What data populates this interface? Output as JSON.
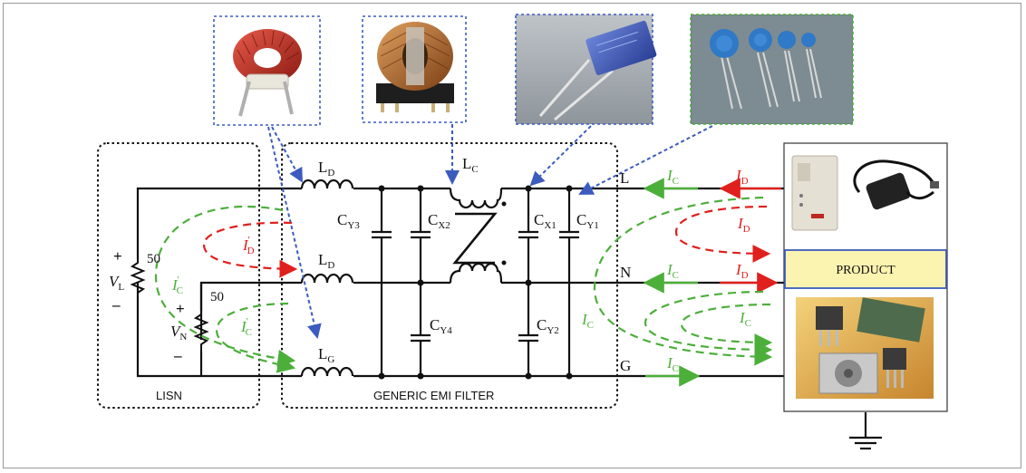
{
  "boxes": {
    "lisn": "LISN",
    "filter": "GENERIC EMI FILTER",
    "product": "PRODUCT"
  },
  "lines": {
    "l": "L",
    "n": "N",
    "g": "G"
  },
  "inductors": {
    "ld1": {
      "main": "L",
      "sub": "D"
    },
    "ld2": {
      "main": "L",
      "sub": "D"
    },
    "lg": {
      "main": "L",
      "sub": "G"
    },
    "lc": {
      "main": "L",
      "sub": "C"
    }
  },
  "capacitors": {
    "cy3": {
      "main": "C",
      "sub": "Y3"
    },
    "cx2": {
      "main": "C",
      "sub": "X2"
    },
    "cx1": {
      "main": "C",
      "sub": "X1"
    },
    "cy1": {
      "main": "C",
      "sub": "Y1"
    },
    "cy4": {
      "main": "C",
      "sub": "Y4"
    },
    "cy2": {
      "main": "C",
      "sub": "Y2"
    }
  },
  "lisn": {
    "vl": {
      "main": "V",
      "sub": "L"
    },
    "vn": {
      "main": "V",
      "sub": "N"
    },
    "r1": "50",
    "r2": "50",
    "plus": "+",
    "minus": "–"
  },
  "currents": {
    "ic": {
      "main": "I",
      "sub": "C"
    },
    "id": {
      "main": "I",
      "sub": "D"
    },
    "ic_prime": {
      "main": "I",
      "sub": "C",
      "prime": "'"
    },
    "id_prime": {
      "main": "I",
      "sub": "D",
      "prime": "'"
    }
  },
  "colors": {
    "green": "#4caf3a",
    "red": "#e0201c",
    "blue": "#3b5bbf",
    "product_fill": "#fbf3b0"
  }
}
